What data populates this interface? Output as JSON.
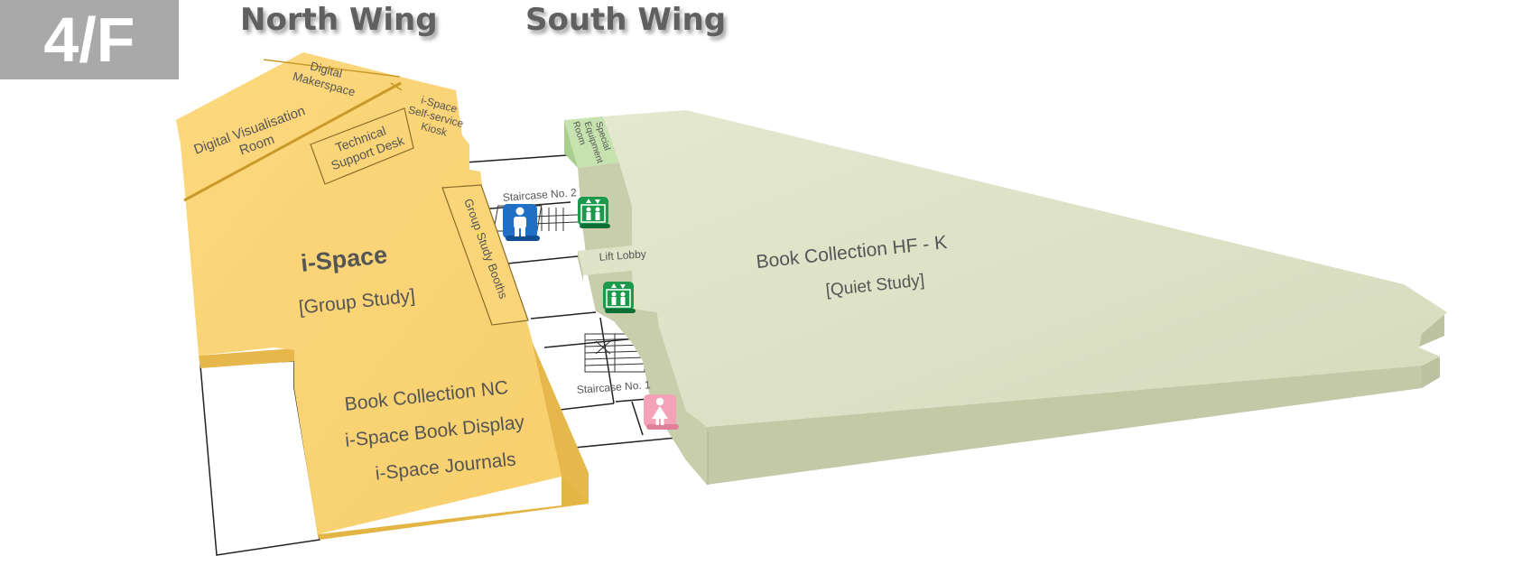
{
  "floor_label": "4/F",
  "wings": {
    "north": "North Wing",
    "south": "South Wing"
  },
  "areas": {
    "digital_visualisation_room": [
      "Digital Visualisation",
      "Room"
    ],
    "digital_makerspace": [
      "Digital",
      "Makerspace"
    ],
    "technical_support_desk": [
      "Technical",
      "Support Desk"
    ],
    "ispace_kiosk": [
      "i-Space",
      "Self-service",
      "Kiosk"
    ],
    "special_equipment_room": [
      "Special",
      "Equipment",
      "Room"
    ],
    "group_study_booths": "Group Study Booths",
    "ispace_title": "i-Space",
    "ispace_subtitle": "[Group Study]",
    "nc_collection": [
      "Book Collection NC",
      "i-Space Book Display",
      "i-Space Journals"
    ],
    "hfk_title": "Book Collection HF - K",
    "hfk_subtitle": "[Quiet Study]",
    "staircase_2": "Staircase No. 2",
    "staircase_1": "Staircase No. 1",
    "lift_lobby": "Lift Lobby"
  },
  "icons": {
    "male_toilet": {
      "name": "male-toilet-icon",
      "color": "#1f6fc5"
    },
    "lift_top": {
      "name": "lift-icon",
      "color": "#1a9a4a"
    },
    "lift_lobby": {
      "name": "lift-icon",
      "color": "#1a9a4a"
    },
    "female_toilet": {
      "name": "female-toilet-icon",
      "color": "#f4a3b6"
    }
  },
  "colors": {
    "north_zone": "#fbd679",
    "north_zone_side": "#e8b94a",
    "south_zone": "#dfe3c8",
    "south_zone_side": "#c7ccaa",
    "special_room": "#bfe0a8",
    "floor_badge": "#a9a9a9"
  }
}
